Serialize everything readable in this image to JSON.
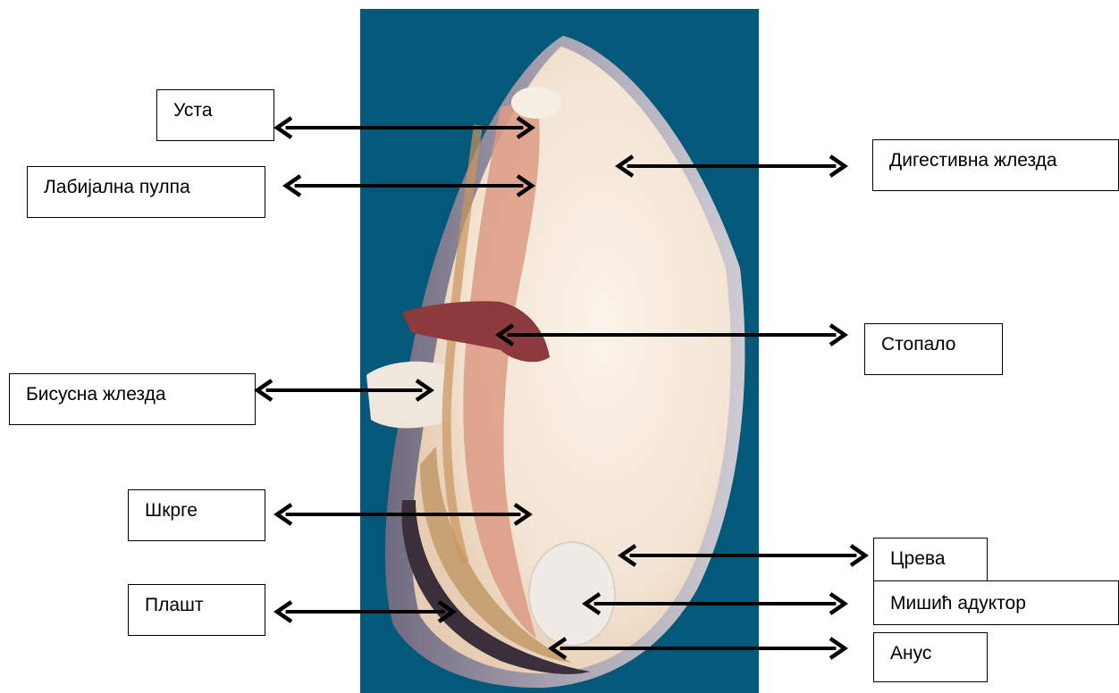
{
  "colors": {
    "background_panel": "#04587a",
    "flesh": "#f3e6d7",
    "shell_edge": "#8f8a96",
    "foot": "#8d3a3e",
    "gill_pink": "#d98b78",
    "arrow": "#000000"
  },
  "labels": {
    "mouth": "Уста",
    "labial_palp": "Лабијална пулпа",
    "digestive_gland": "Дигестивна жлезда",
    "foot": "Стопало",
    "byssus_gland": "Бисусна жлезда",
    "gills": "Шкрге",
    "intestine": "Црева",
    "mantle": "Плашт",
    "adductor_muscle": "Мишић адуктор",
    "anus": "Анус"
  }
}
